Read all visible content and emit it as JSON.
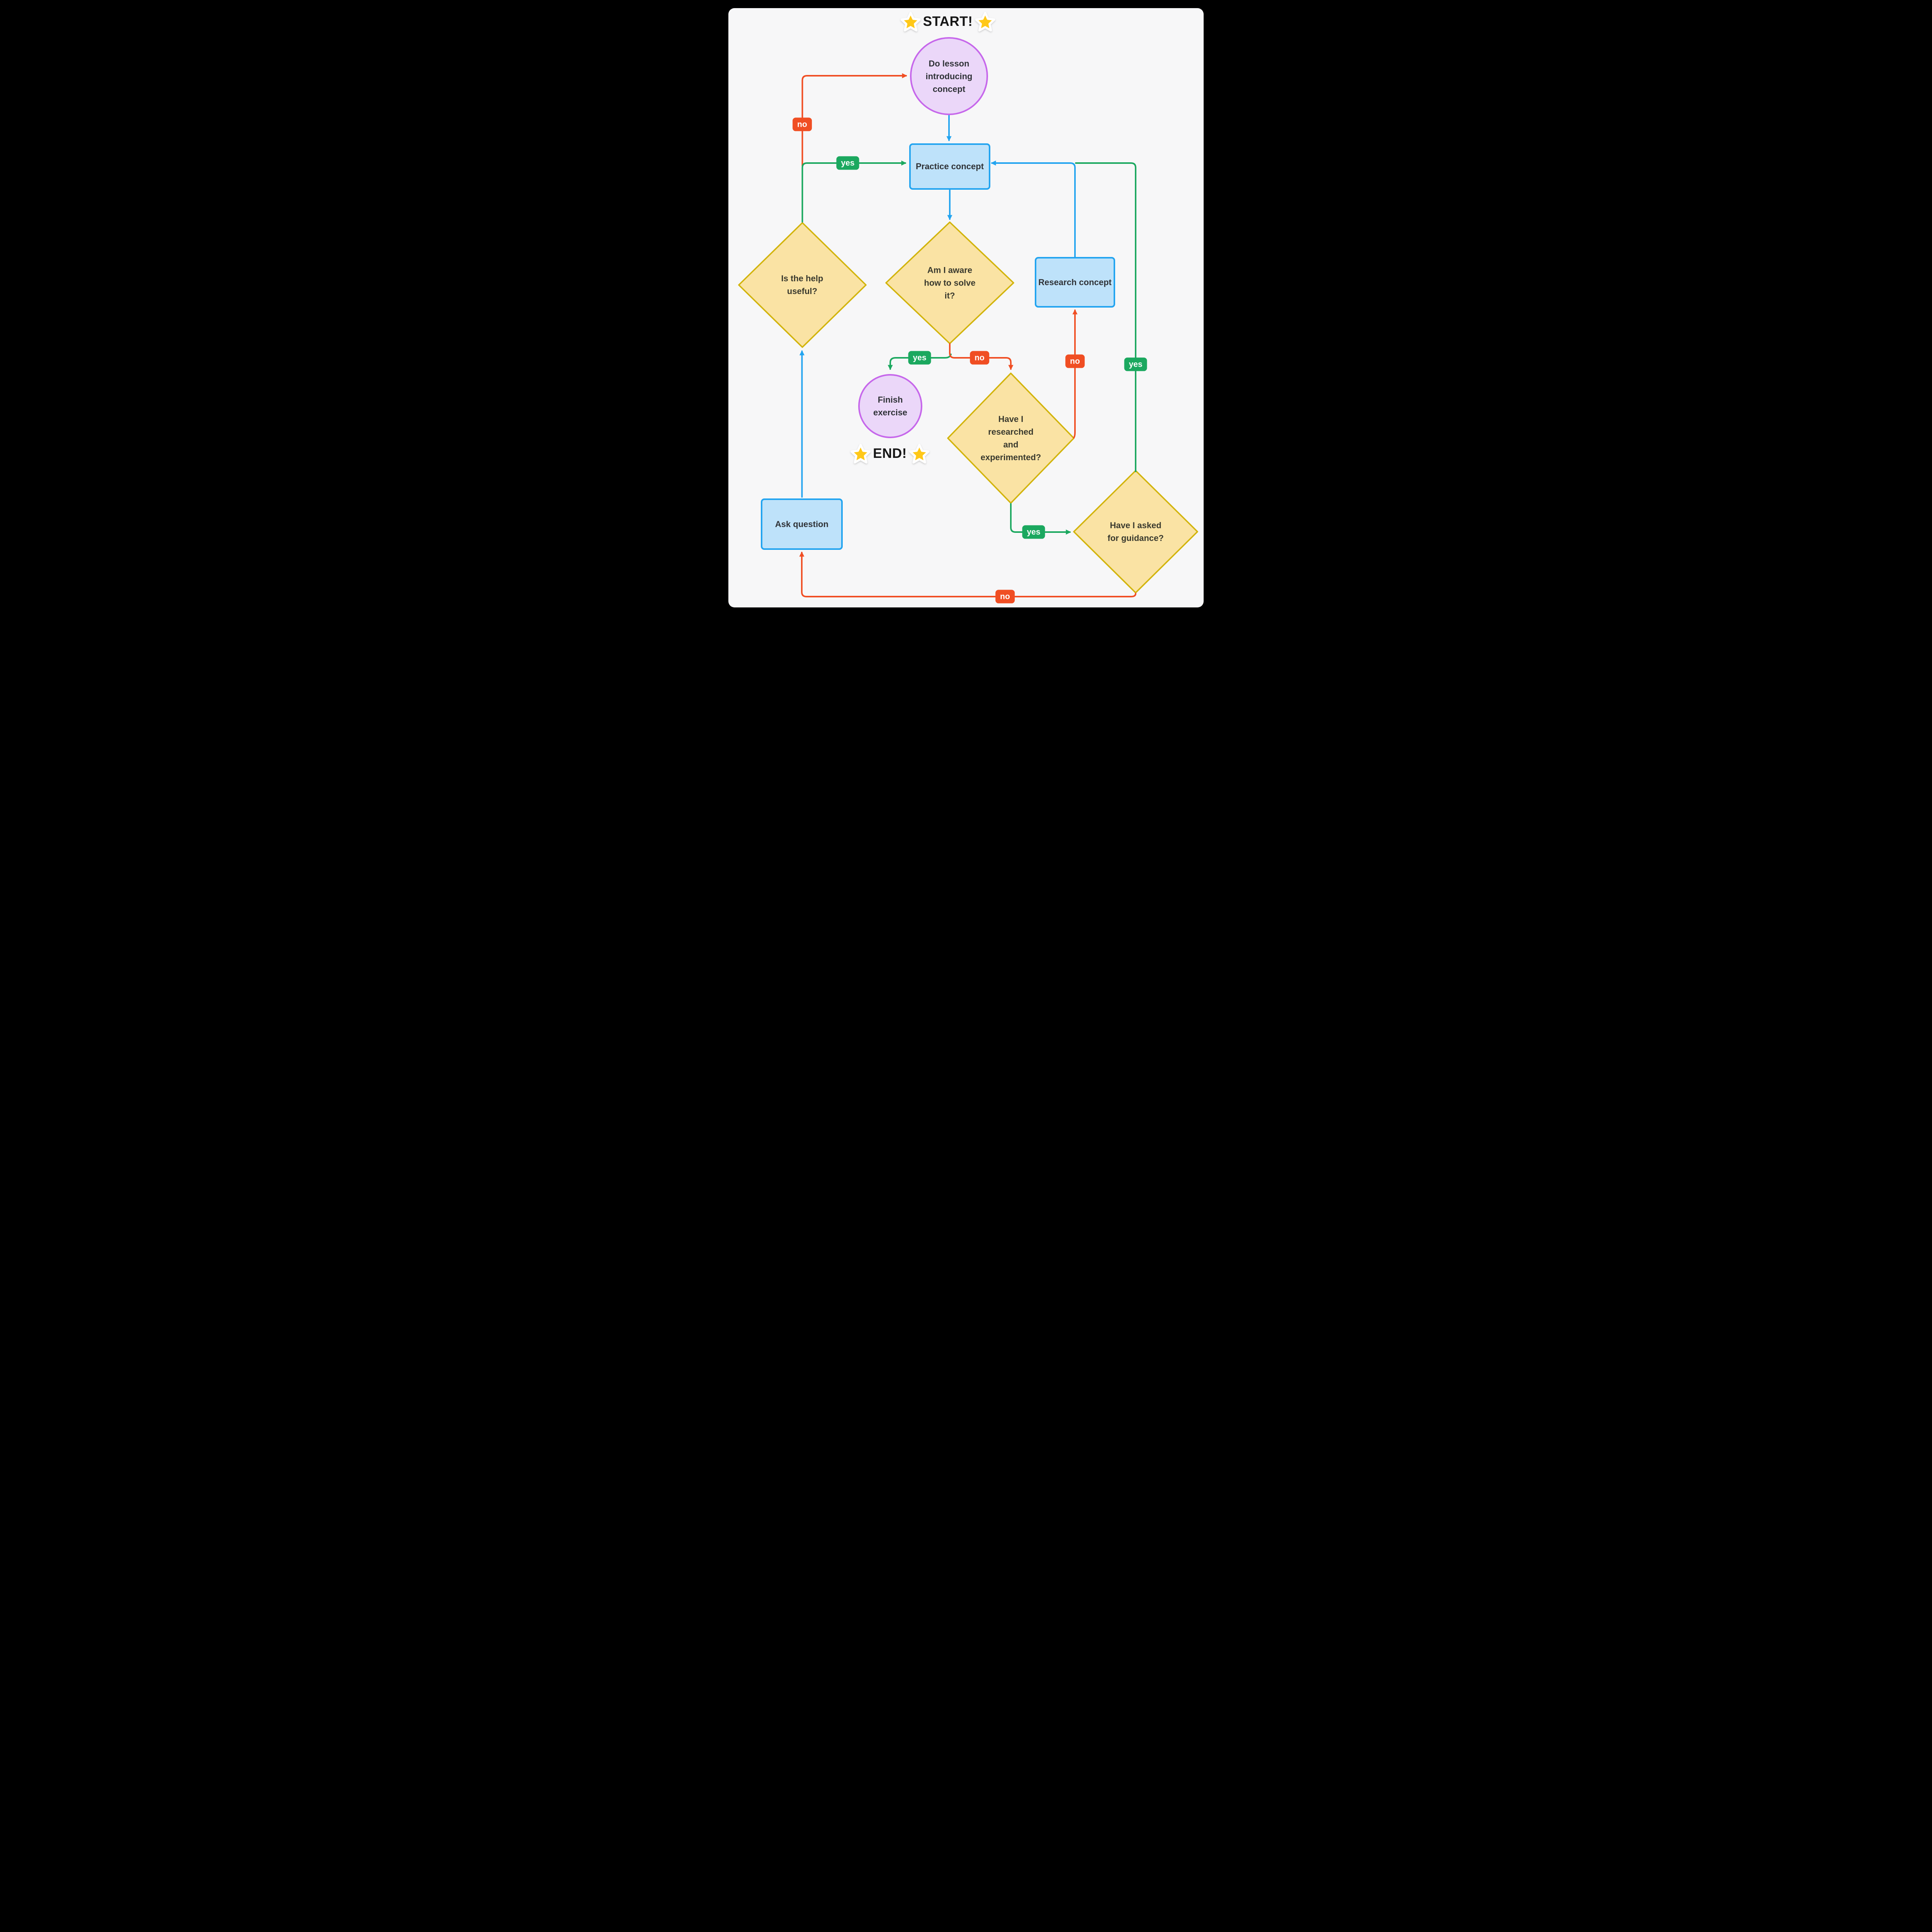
{
  "titles": {
    "start": "START!",
    "end": "END!"
  },
  "nodes": {
    "lesson": {
      "label": "Do lesson\nintroducing\nconcept",
      "shape": "circle"
    },
    "practice": {
      "label": "Practice concept",
      "shape": "rect"
    },
    "aware": {
      "label": "Am I aware\nhow to solve\nit?",
      "shape": "diamond"
    },
    "help": {
      "label": "Is the help\nuseful?",
      "shape": "diamond"
    },
    "research": {
      "label": "Research concept",
      "shape": "rect"
    },
    "finish": {
      "label": "Finish\nexercise",
      "shape": "circle"
    },
    "researched": {
      "label": "Have I\nresearched\nand\nexperimented?",
      "shape": "diamond"
    },
    "guidance": {
      "label": "Have I asked\nfor guidance?",
      "shape": "diamond"
    },
    "ask": {
      "label": "Ask question",
      "shape": "rect"
    }
  },
  "badges": [
    {
      "label": "no",
      "edge": "help-to-lesson"
    },
    {
      "label": "yes",
      "edge": "help-to-practice"
    },
    {
      "label": "yes",
      "edge": "aware-to-finish"
    },
    {
      "label": "no",
      "edge": "aware-to-researched"
    },
    {
      "label": "no",
      "edge": "researched-to-research"
    },
    {
      "label": "yes",
      "edge": "guidance-to-practice"
    },
    {
      "label": "yes",
      "edge": "researched-to-guidance"
    },
    {
      "label": "no",
      "edge": "guidance-to-ask"
    }
  ],
  "edges": [
    {
      "from": "lesson",
      "to": "practice",
      "color": "#22A4F0"
    },
    {
      "from": "practice",
      "to": "aware",
      "color": "#22A4F0"
    },
    {
      "from": "aware",
      "to": "finish",
      "label": "yes",
      "color": "#1BA85F"
    },
    {
      "from": "aware",
      "to": "researched",
      "label": "no",
      "color": "#F04E23"
    },
    {
      "from": "researched",
      "to": "research",
      "label": "no",
      "color": "#F04E23"
    },
    {
      "from": "research",
      "to": "practice",
      "color": "#22A4F0"
    },
    {
      "from": "researched",
      "to": "guidance",
      "label": "yes",
      "color": "#1BA85F"
    },
    {
      "from": "guidance",
      "to": "practice",
      "label": "yes",
      "color": "#1BA85F"
    },
    {
      "from": "guidance",
      "to": "ask",
      "label": "no",
      "color": "#F04E23"
    },
    {
      "from": "ask",
      "to": "help",
      "color": "#22A4F0"
    },
    {
      "from": "help",
      "to": "practice",
      "label": "yes",
      "color": "#1BA85F"
    },
    {
      "from": "help",
      "to": "lesson",
      "label": "no",
      "color": "#F04E23"
    }
  ],
  "colors": {
    "background": "#000000",
    "canvas": "#F7F7F8",
    "blue": "#22A4F0",
    "blue_fill": "#BEE2FA",
    "green": "#1BA85F",
    "red": "#F04E23",
    "yellow_fill": "#FAE3A4",
    "yellow_border": "#D2B40C",
    "purple_fill": "#EBD7F9",
    "purple_border": "#C667EB",
    "star_gold": "#FFC818",
    "text": "#2F3237"
  }
}
